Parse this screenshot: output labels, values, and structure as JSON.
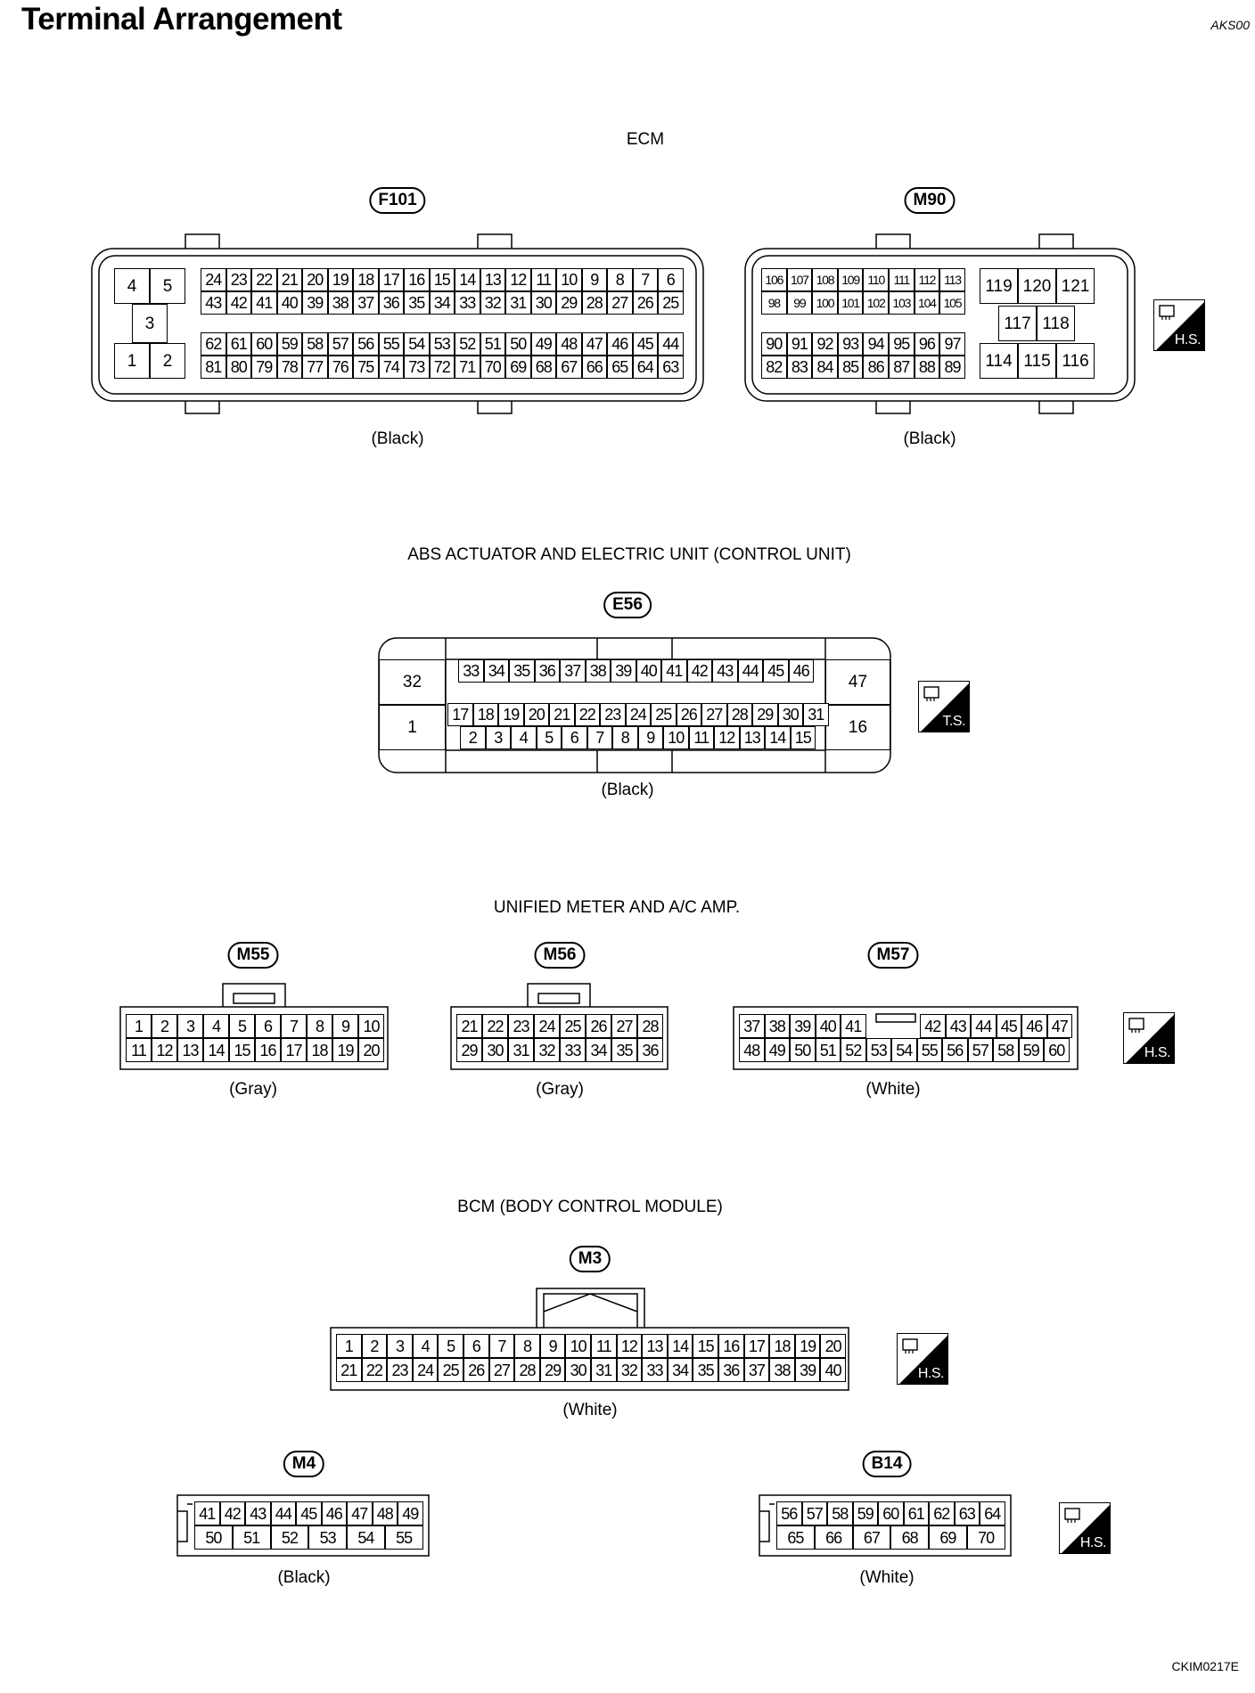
{
  "header": {
    "title": "Terminal Arrangement",
    "code": "AKS00"
  },
  "figure_id": "CKIM0217E",
  "ecm": {
    "title": "ECM",
    "f101": {
      "id": "F101",
      "color": "(Black)",
      "left": [
        "4",
        "5",
        "3",
        "1",
        "2"
      ],
      "row1": [
        "24",
        "23",
        "22",
        "21",
        "20",
        "19",
        "18",
        "17",
        "16",
        "15",
        "14",
        "13",
        "12",
        "11",
        "10",
        "9",
        "8",
        "7",
        "6"
      ],
      "row2": [
        "43",
        "42",
        "41",
        "40",
        "39",
        "38",
        "37",
        "36",
        "35",
        "34",
        "33",
        "32",
        "31",
        "30",
        "29",
        "28",
        "27",
        "26",
        "25"
      ],
      "row3": [
        "62",
        "61",
        "60",
        "59",
        "58",
        "57",
        "56",
        "55",
        "54",
        "53",
        "52",
        "51",
        "50",
        "49",
        "48",
        "47",
        "46",
        "45",
        "44"
      ],
      "row4": [
        "81",
        "80",
        "79",
        "78",
        "77",
        "76",
        "75",
        "74",
        "73",
        "72",
        "71",
        "70",
        "69",
        "68",
        "67",
        "66",
        "65",
        "64",
        "63"
      ]
    },
    "m90": {
      "id": "M90",
      "color": "(Black)",
      "row1": [
        "106",
        "107",
        "108",
        "109",
        "110",
        "111",
        "112",
        "113"
      ],
      "row2": [
        "98",
        "99",
        "100",
        "101",
        "102",
        "103",
        "104",
        "105"
      ],
      "row3": [
        "90",
        "91",
        "92",
        "93",
        "94",
        "95",
        "96",
        "97"
      ],
      "row4": [
        "82",
        "83",
        "84",
        "85",
        "86",
        "87",
        "88",
        "89"
      ],
      "right": [
        "119",
        "120",
        "121",
        "117",
        "118",
        "114",
        "115",
        "116"
      ]
    }
  },
  "abs": {
    "title": "ABS ACTUATOR AND ELECTRIC UNIT (CONTROL UNIT)",
    "e56": {
      "id": "E56",
      "color": "(Black)",
      "left": [
        "32",
        "1"
      ],
      "right": [
        "47",
        "16"
      ],
      "row1": [
        "33",
        "34",
        "35",
        "36",
        "37",
        "38",
        "39",
        "40",
        "41",
        "42",
        "43",
        "44",
        "45",
        "46"
      ],
      "row2": [
        "17",
        "18",
        "19",
        "20",
        "21",
        "22",
        "23",
        "24",
        "25",
        "26",
        "27",
        "28",
        "29",
        "30",
        "31"
      ],
      "row3": [
        "2",
        "3",
        "4",
        "5",
        "6",
        "7",
        "8",
        "9",
        "10",
        "11",
        "12",
        "13",
        "14",
        "15"
      ]
    }
  },
  "meter": {
    "title": "UNIFIED METER AND A/C AMP.",
    "m55": {
      "id": "M55",
      "color": "(Gray)",
      "row1": [
        "1",
        "2",
        "3",
        "4",
        "5",
        "6",
        "7",
        "8",
        "9",
        "10"
      ],
      "row2": [
        "11",
        "12",
        "13",
        "14",
        "15",
        "16",
        "17",
        "18",
        "19",
        "20"
      ]
    },
    "m56": {
      "id": "M56",
      "color": "(Gray)",
      "row1": [
        "21",
        "22",
        "23",
        "24",
        "25",
        "26",
        "27",
        "28"
      ],
      "row2": [
        "29",
        "30",
        "31",
        "32",
        "33",
        "34",
        "35",
        "36"
      ]
    },
    "m57": {
      "id": "M57",
      "color": "(White)",
      "row1a": [
        "37",
        "38",
        "39",
        "40",
        "41"
      ],
      "row1b": [
        "42",
        "43",
        "44",
        "45",
        "46",
        "47"
      ],
      "row2": [
        "48",
        "49",
        "50",
        "51",
        "52",
        "53",
        "54",
        "55",
        "56",
        "57",
        "58",
        "59",
        "60"
      ]
    }
  },
  "bcm": {
    "title": "BCM (BODY CONTROL MODULE)",
    "m3": {
      "id": "M3",
      "color": "(White)",
      "row1": [
        "1",
        "2",
        "3",
        "4",
        "5",
        "6",
        "7",
        "8",
        "9",
        "10",
        "11",
        "12",
        "13",
        "14",
        "15",
        "16",
        "17",
        "18",
        "19",
        "20"
      ],
      "row2": [
        "21",
        "22",
        "23",
        "24",
        "25",
        "26",
        "27",
        "28",
        "29",
        "30",
        "31",
        "32",
        "33",
        "34",
        "35",
        "36",
        "37",
        "38",
        "39",
        "40"
      ]
    },
    "m4": {
      "id": "M4",
      "color": "(Black)",
      "row1": [
        "41",
        "42",
        "43",
        "44",
        "45",
        "46",
        "47",
        "48",
        "49"
      ],
      "row2": [
        "50",
        "51",
        "52",
        "53",
        "54",
        "55"
      ]
    },
    "b14": {
      "id": "B14",
      "color": "(White)",
      "row1": [
        "56",
        "57",
        "58",
        "59",
        "60",
        "61",
        "62",
        "63",
        "64"
      ],
      "row2": [
        "65",
        "66",
        "67",
        "68",
        "69",
        "70"
      ]
    }
  },
  "symbols": {
    "hs": "H.S.",
    "ts": "T.S.",
    "icon": "connector-symbol-icon"
  }
}
